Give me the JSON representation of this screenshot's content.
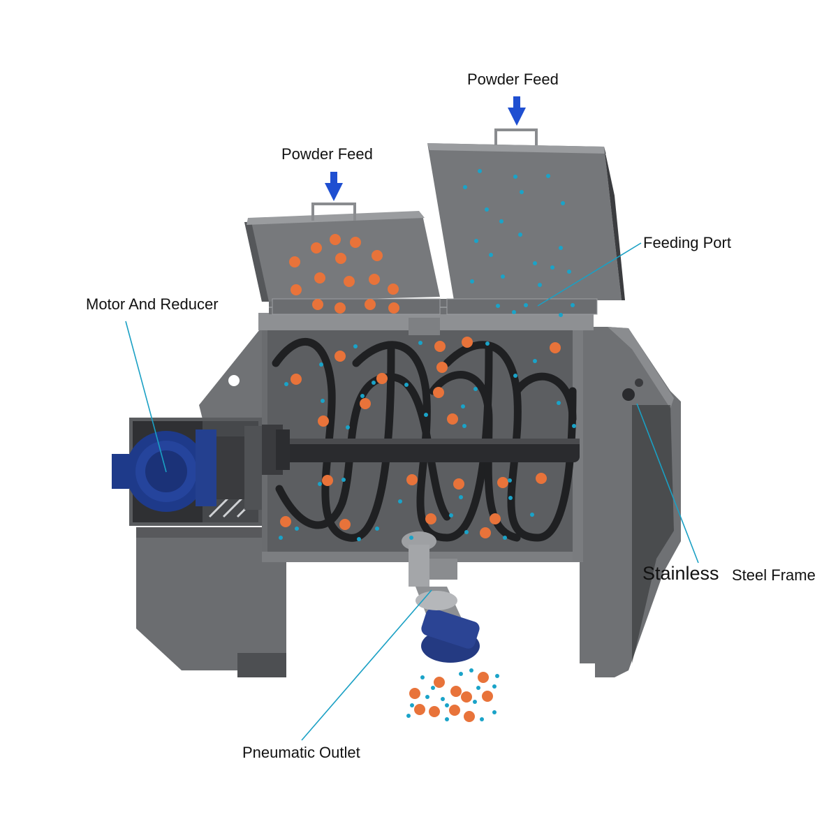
{
  "labels": {
    "powder_feed_left": "Powder Feed",
    "powder_feed_right": "Powder Feed",
    "feeding_port": "Feeding Port",
    "motor_and_reducer": "Motor And Reducer",
    "stainless": "Stainless",
    "steel_frame": "Steel Frame",
    "pneumatic_outlet": "Pneumatic Outlet"
  },
  "colors": {
    "frame": "#707275",
    "frame_dark": "#55575a",
    "panel_light": "#8b8d90",
    "interior": "#5f6164",
    "ribbon": "#1f2022",
    "motor_blue": "#1e3a8a",
    "arrow_blue": "#1f4fd1",
    "leader_line": "#1aa0c4",
    "particle_orange": "#e8733a",
    "particle_blue": "#1aa3c8"
  },
  "icons": {
    "feed_arrow": "arrow-down-icon",
    "motor": "motor-icon",
    "outlet_valve": "valve-icon"
  }
}
